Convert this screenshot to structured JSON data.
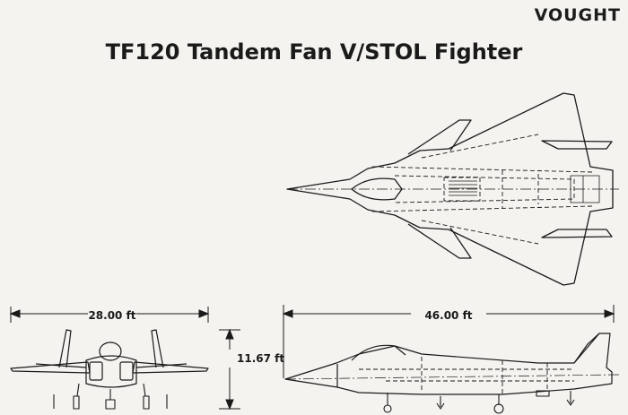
{
  "header": {
    "brand": "VOUGHT",
    "title": "TF120 Tandem Fan V/STOL Fighter"
  },
  "dimensions": {
    "front_span": "28.00 ft",
    "front_height": "11.67 ft",
    "side_length": "46.00 ft"
  },
  "colors": {
    "paper": "#f4f3ef",
    "ink": "#1a1a1a"
  }
}
